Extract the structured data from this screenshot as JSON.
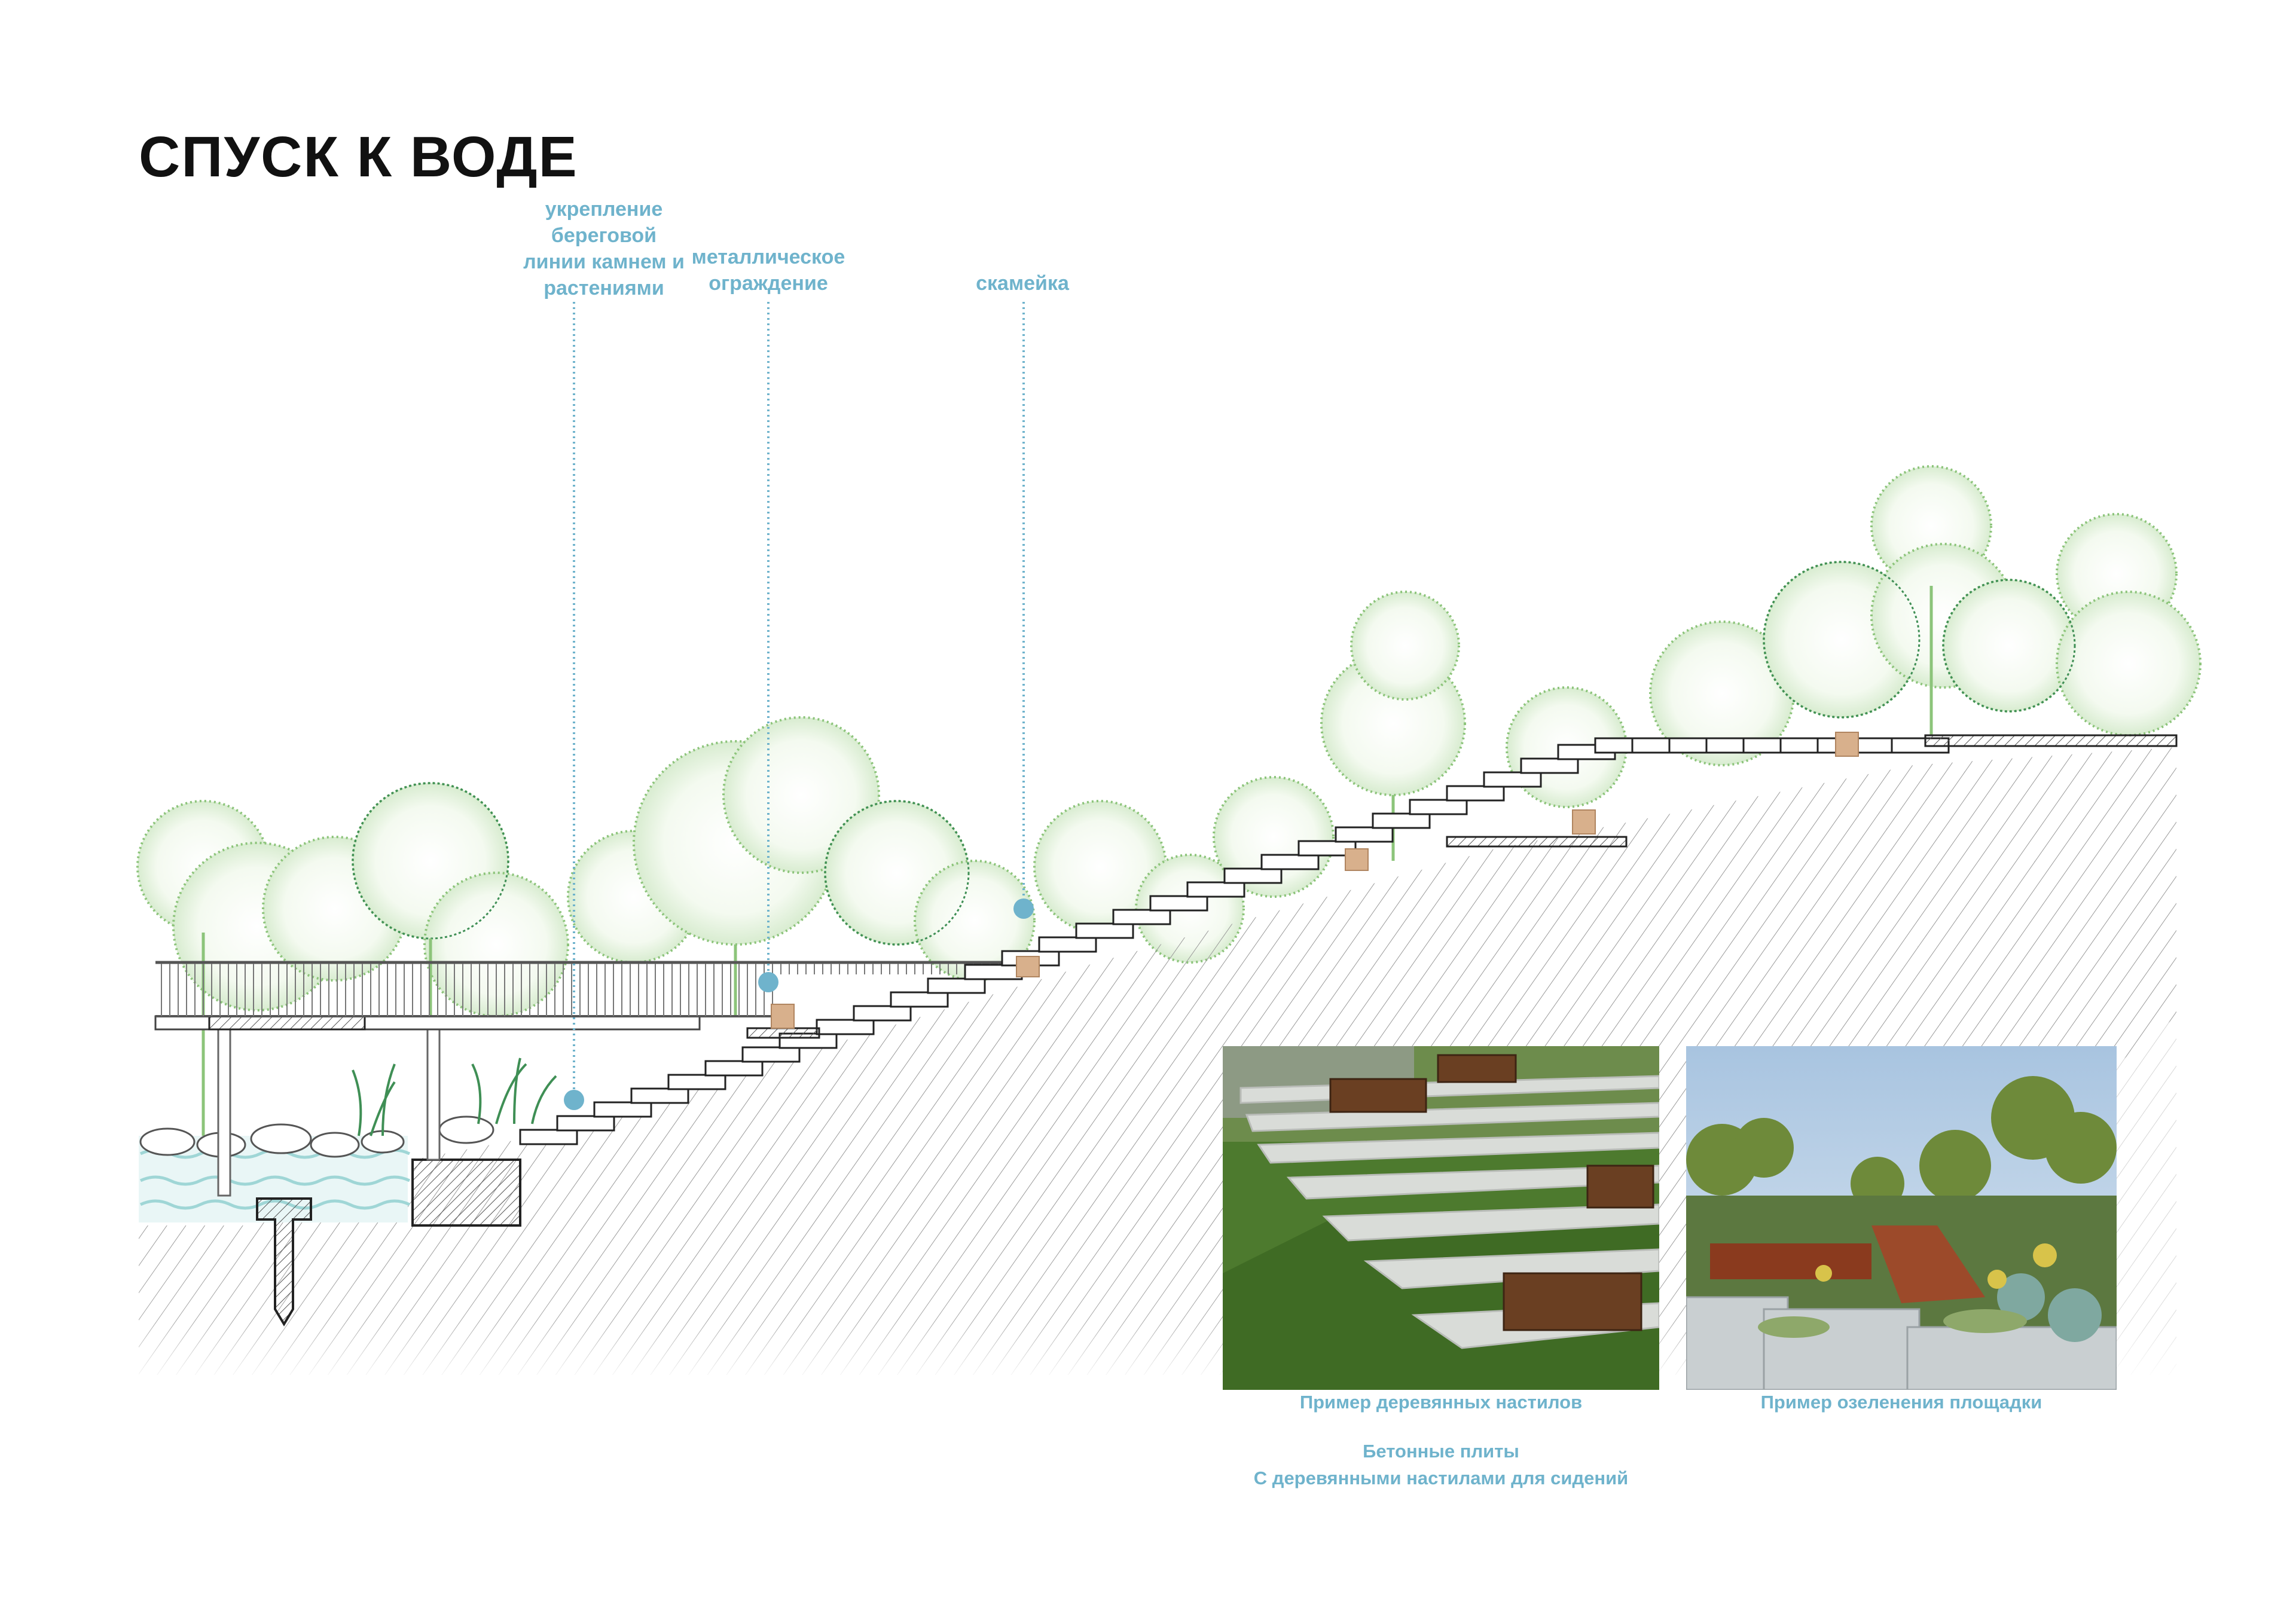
{
  "title": "СПУСК К ВОДЕ",
  "callouts": [
    {
      "id": "shoreline",
      "text": "укрепление\nбереговой\nлинии камнем и\nрастениями"
    },
    {
      "id": "railing",
      "text": "металлическое\nограждение"
    },
    {
      "id": "bench",
      "text": "скамейка"
    }
  ],
  "photos": [
    {
      "id": "wooden-decks",
      "caption": "Пример деревянных настилов"
    },
    {
      "id": "site-greening",
      "caption": "Пример озеленения площадки"
    }
  ],
  "note": {
    "line1": "Бетонные плиты",
    "line2": "С деревянными настилами для сидений"
  },
  "colors": {
    "accent": "#6fb3cc",
    "title": "#111111",
    "tree_green": "#7cc06a",
    "tree_dark": "#3f8f55",
    "wood": "#c89a72",
    "water": "#9fd6d6"
  }
}
